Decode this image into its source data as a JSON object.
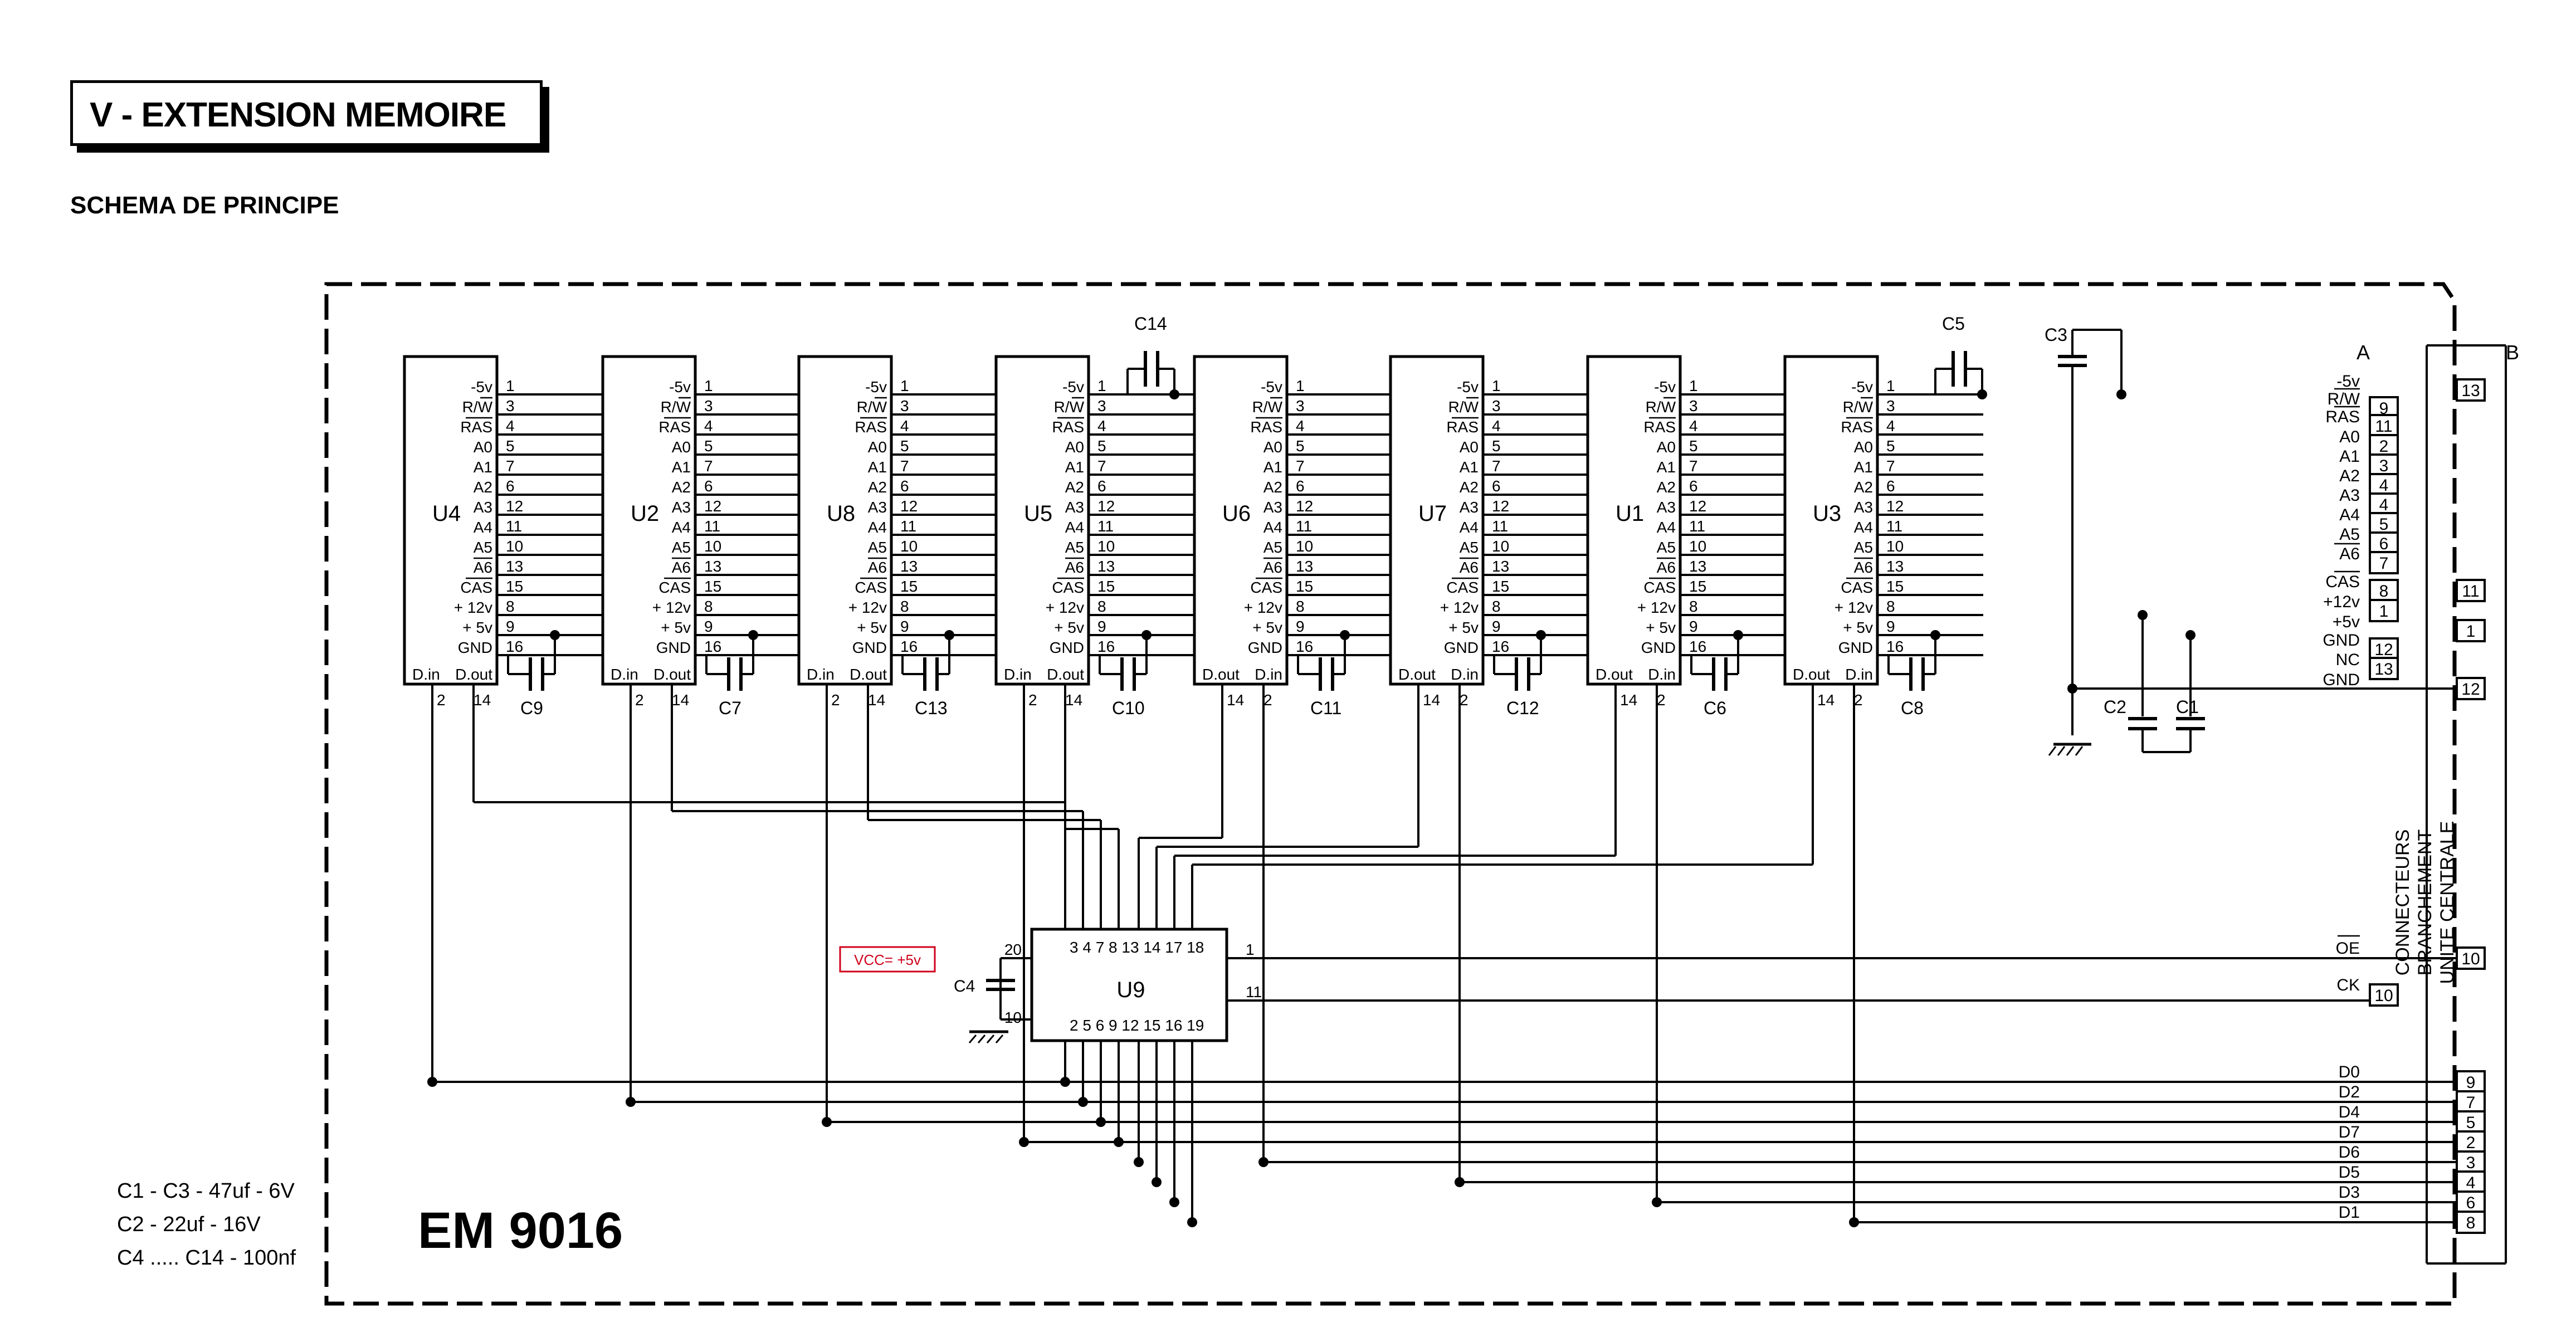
{
  "page": {
    "title": "V - EXTENSION MEMOIRE",
    "subtitle": "SCHEMA DE PRINCIPE",
    "board_name": "EM 9016",
    "parts_list": [
      "C1 - C3 - 47uf - 6V",
      "C2 - 22uf - 16V",
      "C4 ..... C14 - 100nf"
    ],
    "vcc_label": "VCC= +5v",
    "accent_color": "#d0021b"
  },
  "ram_chips": [
    {
      "name": "U4",
      "data_left": "D.in",
      "data_right": "D.out",
      "pin_left": "2",
      "pin_right": "14",
      "cap": "C9"
    },
    {
      "name": "U2",
      "data_left": "D.in",
      "data_right": "D.out",
      "pin_left": "2",
      "pin_right": "14",
      "cap": "C7"
    },
    {
      "name": "U8",
      "data_left": "D.in",
      "data_right": "D.out",
      "pin_left": "2",
      "pin_right": "14",
      "cap": "C13"
    },
    {
      "name": "U5",
      "data_left": "D.in",
      "data_right": "D.out",
      "pin_left": "2",
      "pin_right": "14",
      "cap": "C10"
    },
    {
      "name": "U6",
      "data_left": "D.out",
      "data_right": "D.in",
      "pin_left": "14",
      "pin_right": "2",
      "cap": "C11"
    },
    {
      "name": "U7",
      "data_left": "D.out",
      "data_right": "D.in",
      "pin_left": "14",
      "pin_right": "2",
      "cap": "C12"
    },
    {
      "name": "U1",
      "data_left": "D.out",
      "data_right": "D.in",
      "pin_left": "14",
      "pin_right": "2",
      "cap": "C6"
    },
    {
      "name": "U3",
      "data_left": "D.out",
      "data_right": "D.in",
      "pin_left": "14",
      "pin_right": "2",
      "cap": "C8"
    }
  ],
  "chip_pins": [
    {
      "label": "-5v",
      "num": "1"
    },
    {
      "label": "R/W",
      "num": "3"
    },
    {
      "label": "RAS",
      "num": "4"
    },
    {
      "label": "A0",
      "num": "5"
    },
    {
      "label": "A1",
      "num": "7"
    },
    {
      "label": "A2",
      "num": "6"
    },
    {
      "label": "A3",
      "num": "12"
    },
    {
      "label": "A4",
      "num": "11"
    },
    {
      "label": "A5",
      "num": "10"
    },
    {
      "label": "A6",
      "num": "13"
    },
    {
      "label": "CAS",
      "num": "15"
    },
    {
      "label": "+ 12v",
      "num": "8"
    },
    {
      "label": "+ 5v",
      "num": "9"
    },
    {
      "label": "GND",
      "num": "16"
    }
  ],
  "top_caps": [
    "C14",
    "C5",
    "C3"
  ],
  "bottom_caps": [
    "C2",
    "C1"
  ],
  "connector": {
    "header_a": "A",
    "header_b": "B",
    "caption_lines": [
      "CONNECTEURS",
      "BRANCHEMENT",
      "UNITE CENTRALE"
    ],
    "bus_rows": [
      {
        "label": "-5v",
        "a": "",
        "b": "13"
      },
      {
        "label": "R/W",
        "a": "9",
        "b": ""
      },
      {
        "label": "RAS",
        "a": "11",
        "b": ""
      },
      {
        "label": "A0",
        "a": "2",
        "b": ""
      },
      {
        "label": "A1",
        "a": "3",
        "b": ""
      },
      {
        "label": "A2",
        "a": "4",
        "b": ""
      },
      {
        "label": "A3",
        "a": "4",
        "b": ""
      },
      {
        "label": "A4",
        "a": "5",
        "b": ""
      },
      {
        "label": "A5",
        "a": "6",
        "b": ""
      },
      {
        "label": "A6",
        "a": "7",
        "b": ""
      },
      {
        "label": "CAS",
        "a": "8",
        "b": "11"
      },
      {
        "label": "+12v",
        "a": "1",
        "b": ""
      },
      {
        "label": "+5v",
        "a": "",
        "b": "1"
      },
      {
        "label": "GND",
        "a": "12",
        "b": ""
      },
      {
        "label": "NC",
        "a": "13",
        "b": ""
      },
      {
        "label": "GND",
        "a": "",
        "b": "12"
      }
    ],
    "control_rows": [
      {
        "label": "OE",
        "a": "",
        "b": "10"
      },
      {
        "label": "CK",
        "a": "10",
        "b": ""
      }
    ],
    "data_rows": [
      {
        "label": "D0",
        "b": "9"
      },
      {
        "label": "D2",
        "b": "7"
      },
      {
        "label": "D4",
        "b": "5"
      },
      {
        "label": "D7",
        "b": "2"
      },
      {
        "label": "D6",
        "b": "3"
      },
      {
        "label": "D5",
        "b": "4"
      },
      {
        "label": "D3",
        "b": "6"
      },
      {
        "label": "D1",
        "b": "8"
      }
    ]
  },
  "u9": {
    "name": "U9",
    "top_pins": "3  4  7  8 13 14 17 18",
    "bottom_pins": "2  5  6  9 12 15 16 19",
    "pin_vcc": "20",
    "pin_gnd": "10",
    "pin_oe": "1",
    "pin_ck": "11",
    "cap": "C4"
  }
}
